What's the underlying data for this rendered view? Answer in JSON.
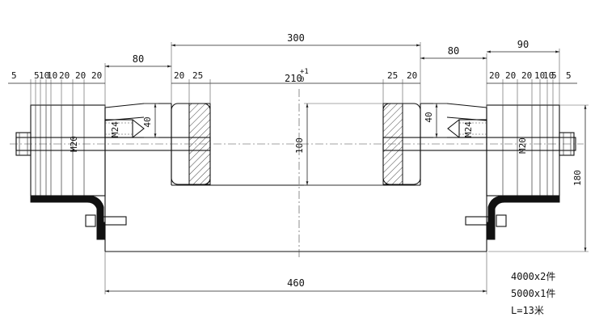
{
  "dimensions": {
    "top_300": "300",
    "left_80": "80",
    "right_80": "80",
    "right_90": "90",
    "center_210": "210",
    "tolerance_plus": "+1",
    "tolerance_zero": "0",
    "left_small": [
      "5",
      "5",
      "10",
      "10",
      "20",
      "20",
      "20"
    ],
    "left_inner_20": "20",
    "left_inner_25": "25",
    "right_inner_25": "25",
    "right_inner_20": "20",
    "right_small": [
      "20",
      "20",
      "20",
      "10",
      "10",
      "5",
      "5"
    ],
    "height_40_left": "40",
    "height_40_right": "40",
    "height_100": "100",
    "height_180": "180",
    "bottom_460": "460",
    "thread_m24_left": "M24",
    "thread_m24_right": "M24",
    "thread_m20_left": "M20",
    "thread_m20_right": "M20"
  },
  "notes": [
    "4000x2件",
    "5000x1件",
    "L=13米"
  ]
}
